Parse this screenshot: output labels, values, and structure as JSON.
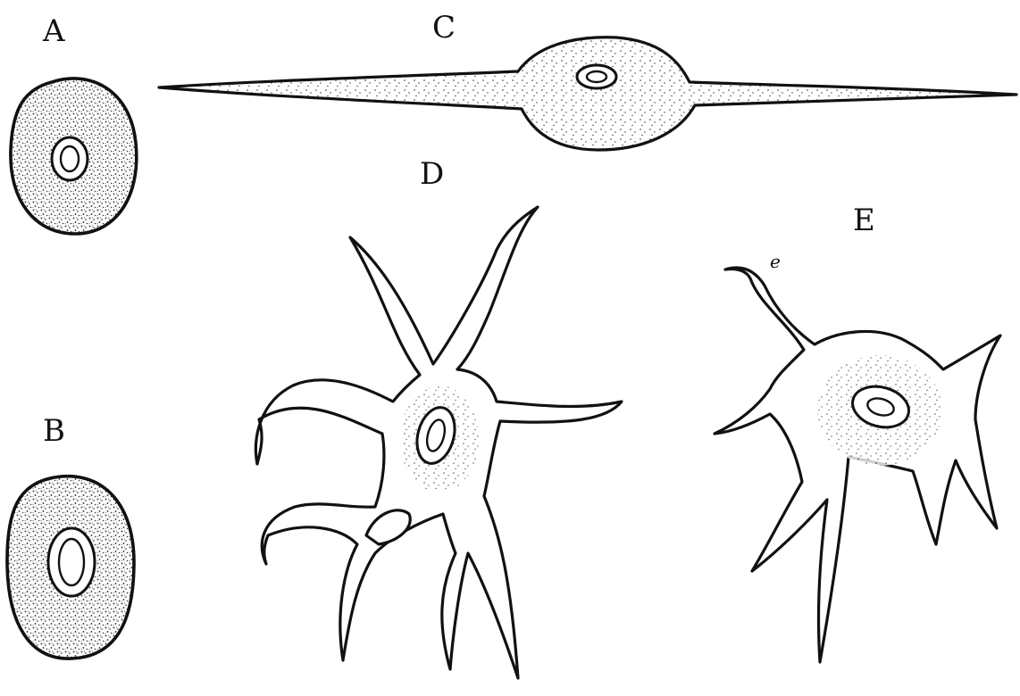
{
  "figure": {
    "labels": {
      "a": "A",
      "b": "B",
      "c": "C",
      "d": "D",
      "e": "E",
      "e_mark": "e"
    },
    "colors": {
      "ink": "#111111",
      "paper": "#ffffff"
    }
  }
}
